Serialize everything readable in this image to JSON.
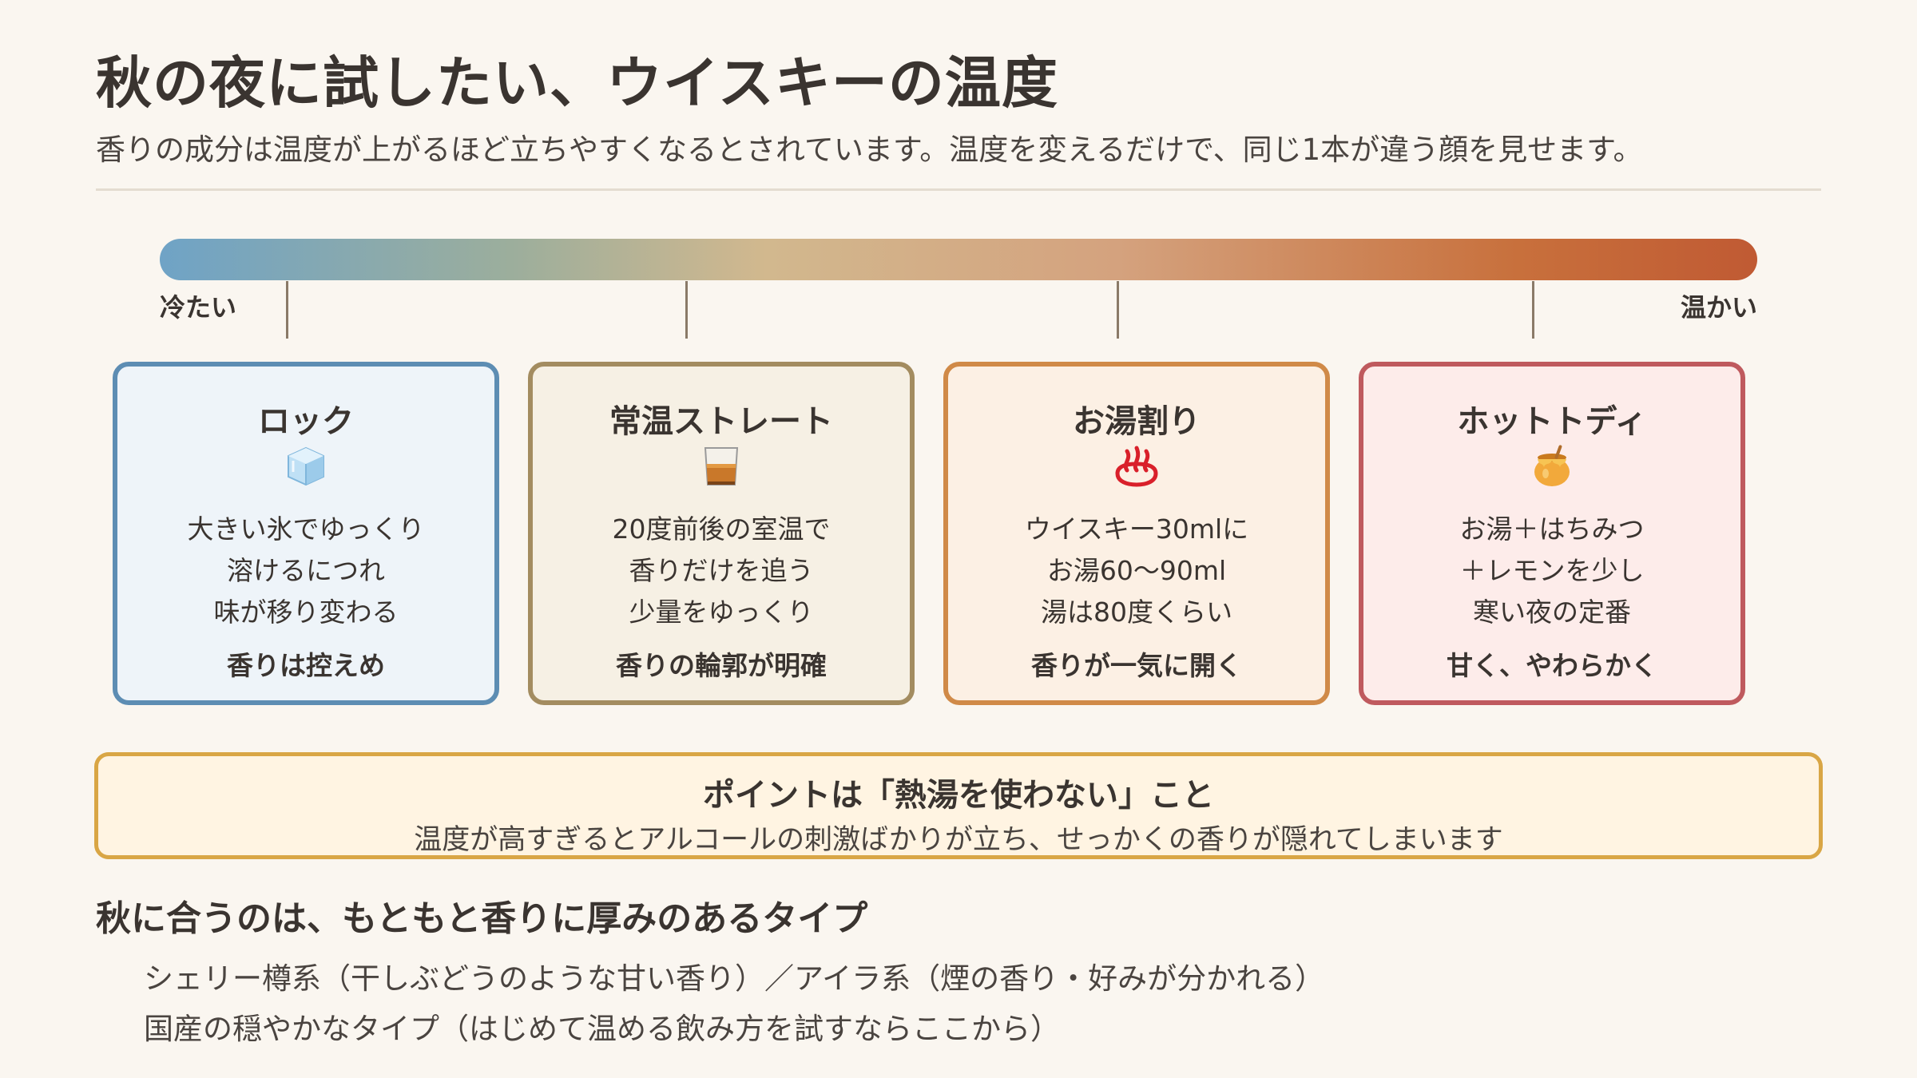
{
  "title": "秋の夜に試したい、ウイスキーの温度",
  "subtitle": "香りの成分は温度が上がるほど立ちやすくなるとされています。温度を変えるだけで、同じ1本が違う顔を見せます。",
  "scale": {
    "cold_label": "冷たい",
    "warm_label": "温かい",
    "gradient_colors": [
      "#6fa3c6",
      "#9cae9c",
      "#d2b88e",
      "#d4a27e",
      "#c8703c",
      "#c05a33"
    ]
  },
  "cards": [
    {
      "title": "ロック",
      "icon": "ice-cube-icon",
      "lines": [
        "大きい氷でゆっくり",
        "溶けるにつれ",
        "味が移り変わる"
      ],
      "key": "香りは控えめ",
      "border_color": "#5d8db3",
      "background": "#eef4f9"
    },
    {
      "title": "常温ストレート",
      "icon": "whiskey-glass-icon",
      "lines": [
        "20度前後の室温で",
        "香りだけを追う",
        "少量をゆっくり"
      ],
      "key": "香りの輪郭が明確",
      "border_color": "#a38c60",
      "background": "#f6f0e4"
    },
    {
      "title": "お湯割り",
      "icon": "hot-springs-icon",
      "lines": [
        "ウイスキー30mlに",
        "お湯60〜90ml",
        "湯は80度くらい"
      ],
      "key": "香りが一気に開く",
      "border_color": "#d08a48",
      "background": "#fcf0e4"
    },
    {
      "title": "ホットトディ",
      "icon": "honey-pot-icon",
      "lines": [
        "お湯＋はちみつ",
        "＋レモンを少し",
        "寒い夜の定番"
      ],
      "key": "甘く、やわらかく",
      "border_color": "#bf5a5e",
      "background": "#fdecea"
    }
  ],
  "callout": {
    "title": "ポイントは「熱湯を使わない」こと",
    "text": "温度が高すぎるとアルコールの刺激ばかりが立ち、せっかくの香りが隠れてしまいます",
    "border_color": "#d9a645",
    "background": "#fff4e2"
  },
  "recommendation": {
    "heading": "秋に合うのは、もともと香りに厚みのあるタイプ",
    "items": [
      "シェリー樽系（干しぶどうのような甘い香り）／アイラ系（煙の香り・好みが分かれる）",
      "国産の穏やかなタイプ（はじめて温める飲み方を試すならここから）"
    ]
  }
}
